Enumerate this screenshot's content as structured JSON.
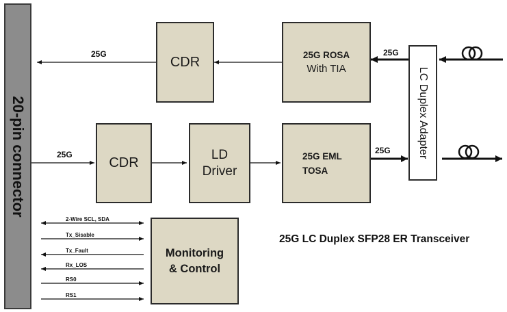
{
  "connector": {
    "label": "20-pin connector"
  },
  "adapter": {
    "label": "LC Duplex Adapter"
  },
  "blocks": {
    "cdr_rx": "CDR",
    "rosa_line1": "25G ROSA",
    "rosa_line2": "With TIA",
    "cdr_tx": "CDR",
    "ld_line1": "LD",
    "ld_line2": "Driver",
    "tosa_line1": "25G EML",
    "tosa_line2": "TOSA",
    "mon_line1": "Monitoring",
    "mon_line2": "& Control"
  },
  "rates": {
    "rx_out": "25G",
    "rx_in": "25G",
    "tx_in": "25G",
    "tx_out": "25G"
  },
  "signals": [
    "2-Wire SCL, SDA",
    "Tx_Sisable",
    "Tx_Fault",
    "Rx_LOS",
    "RS0",
    "RS1"
  ],
  "title": "25G LC Duplex SFP28 ER Transceiver",
  "colors": {
    "block_fill": "#ddd8c4",
    "connector_fill": "#8c8c8c",
    "line": "#111111"
  }
}
